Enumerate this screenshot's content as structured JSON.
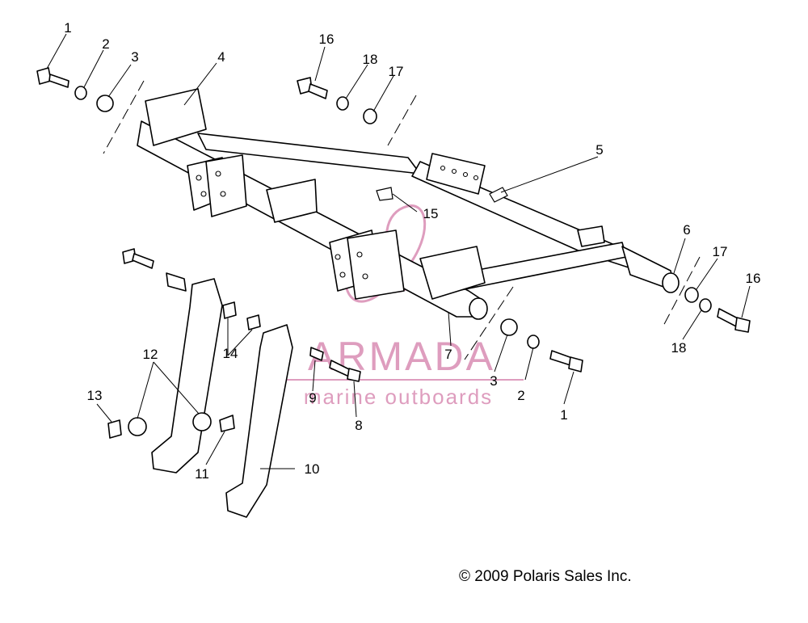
{
  "diagram": {
    "callouts": [
      "1",
      "2",
      "3",
      "4",
      "16",
      "18",
      "17",
      "5",
      "15",
      "6",
      "17",
      "16",
      "18",
      "7",
      "3",
      "2",
      "1",
      "12",
      "14",
      "9",
      "8",
      "13",
      "11",
      "10"
    ],
    "copyright": "© 2009 Polaris Sales Inc."
  },
  "watermark": {
    "brand": "ARMADA",
    "tagline": "marine outboards",
    "color": "#d98cb3"
  }
}
